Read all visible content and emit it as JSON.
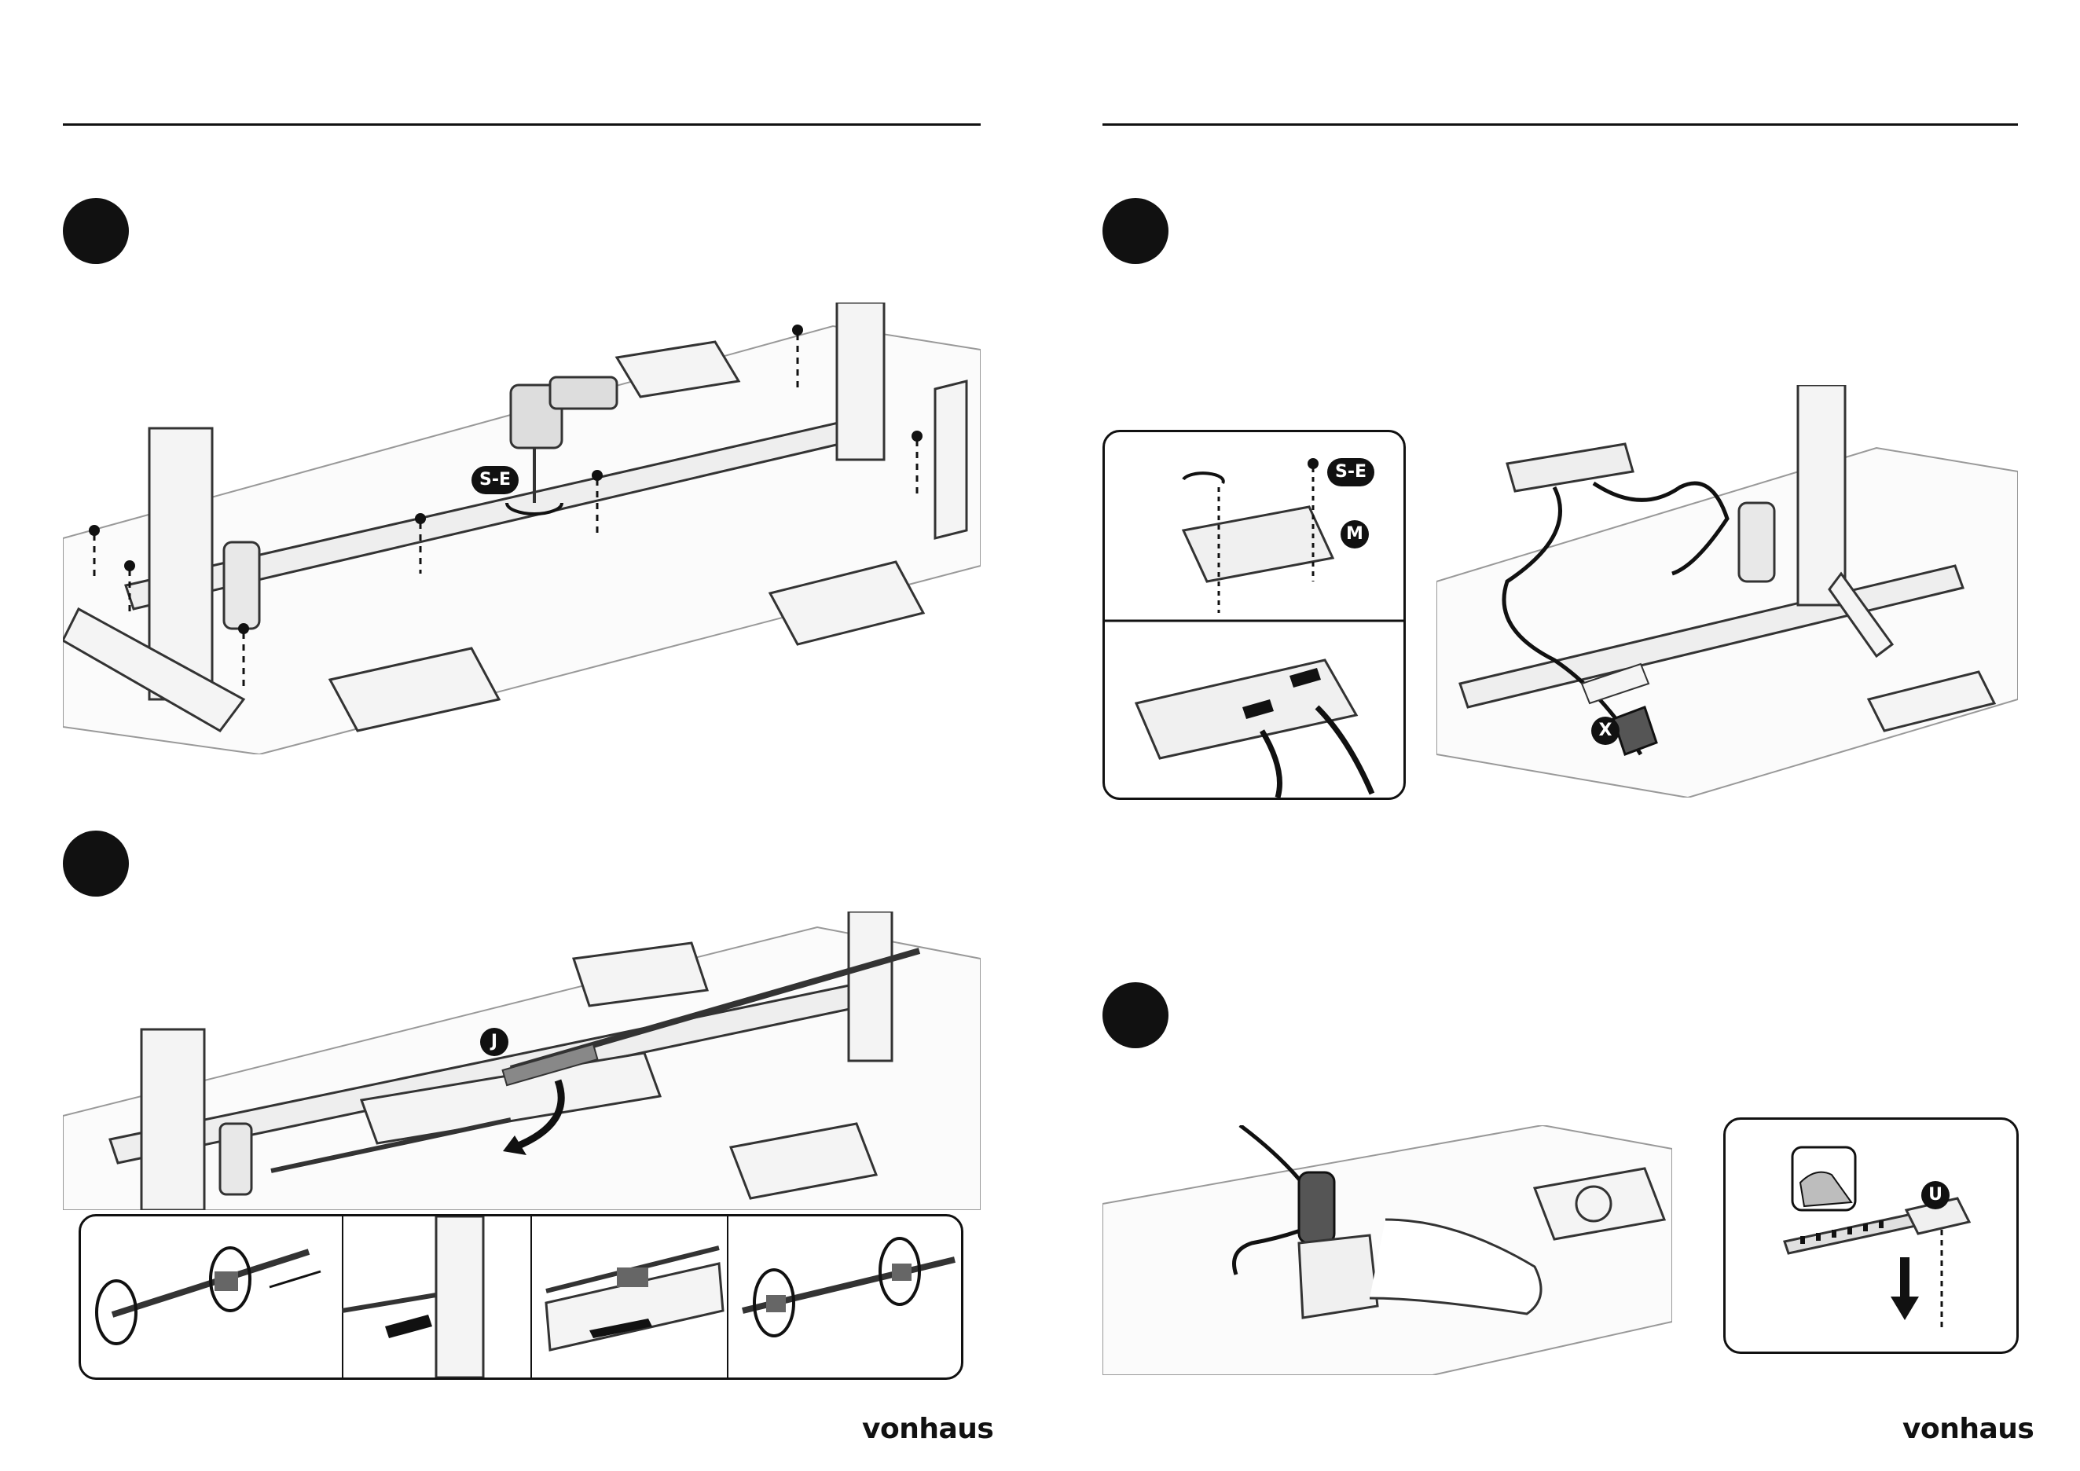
{
  "brand": {
    "wordmark": "vonhaus"
  },
  "callouts": {
    "screw_set": "S-E",
    "spindle": "J",
    "control_box": "M",
    "power_adapter": "X",
    "cable_clip": "U"
  },
  "colors": {
    "ink": "#111111",
    "line": "#333333",
    "fill_light": "#f4f4f4",
    "fill_mid": "#bdbdbd",
    "fill_dark": "#5a5a5a"
  }
}
